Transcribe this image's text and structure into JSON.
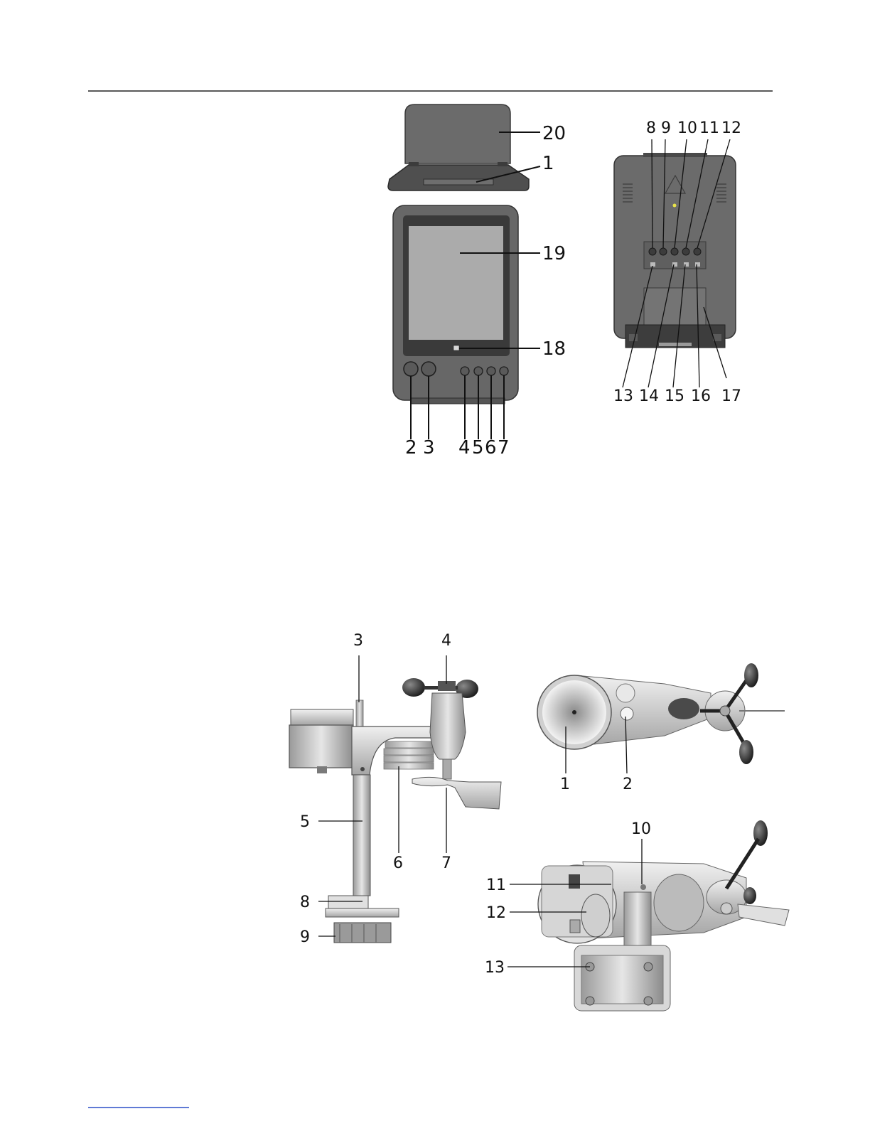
{
  "console_labels": {
    "l1": "1",
    "l2": "2",
    "l3": "3",
    "l4": "4",
    "l5": "5",
    "l6": "6",
    "l7": "7",
    "l8": "8",
    "l9": "9",
    "l10": "10",
    "l11": "11",
    "l12": "12",
    "l13": "13",
    "l14": "14",
    "l15": "15",
    "l16": "16",
    "l17": "17",
    "l18": "18",
    "l19": "19",
    "l20": "20"
  },
  "sensor_labels": {
    "l1": "1",
    "l2": "2",
    "l3": "3",
    "l4": "4",
    "l5": "5",
    "l6": "6",
    "l7": "7",
    "l8": "8",
    "l9": "9",
    "l10": "10",
    "l11": "11",
    "l12": "12",
    "l13": "13"
  },
  "colors": {
    "device_dark": "#5a5a5a",
    "device_mid": "#8a8a8a",
    "screen": "#ababab",
    "metal_light": "#d9d9d9",
    "footer_link": "#2b4fc7"
  }
}
